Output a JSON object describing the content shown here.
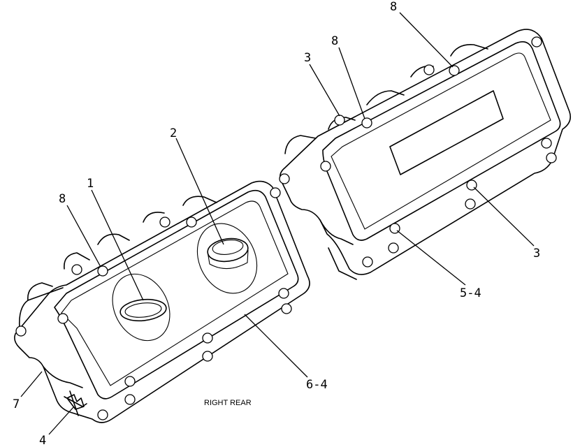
{
  "diagram": {
    "caption": "RIGHT REAR",
    "callouts": {
      "c1": "1",
      "c2": "2",
      "c3_top": "3",
      "c3_right": "3",
      "c4": "4",
      "c5_4": "5-4",
      "c6_4": "6-4",
      "c7": "7",
      "c8_top": "8",
      "c8_upper": "8",
      "c8_left": "8"
    }
  }
}
